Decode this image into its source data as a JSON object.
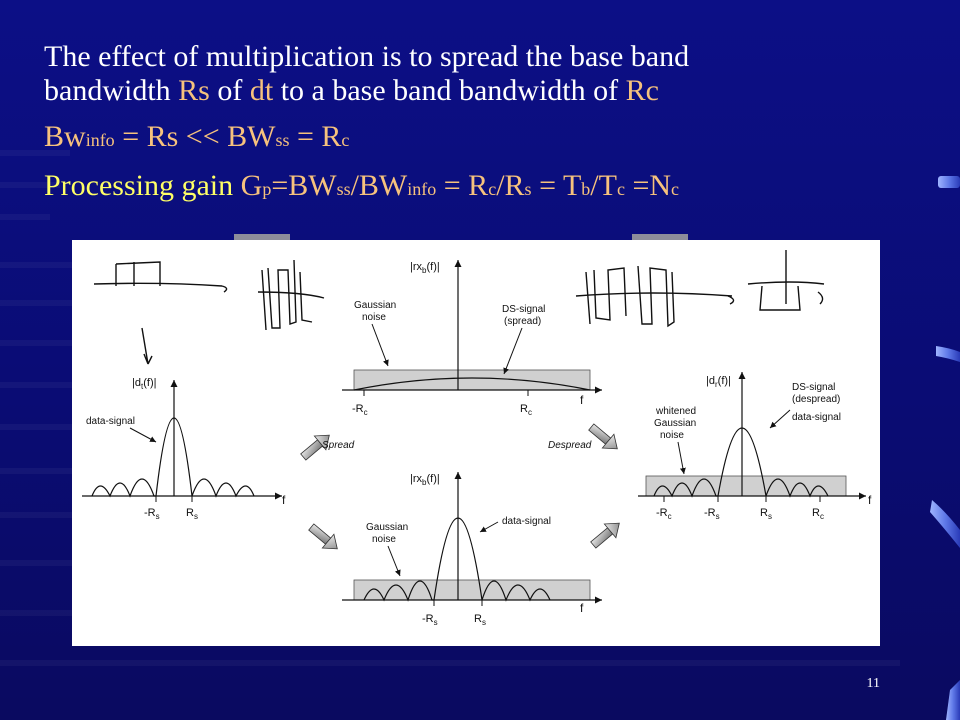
{
  "slide": {
    "line1": "The effect of multiplication is to spread the base band",
    "line2": {
      "prefix": "bandwidth",
      "rs": "Rs",
      "of": "of",
      "dt": "dt",
      "middle": "to a base band bandwidth of",
      "rc": "Rc"
    },
    "line3": {
      "bw": "Bw",
      "info_sub": "info",
      "eq1": "= Rs << BW",
      "ss_sub": "ss",
      "eq2": "= R",
      "c_sub": "c"
    },
    "line4": {
      "label": "Processing gain",
      "g": "G",
      "p_sub": "p",
      "t1": "=BW",
      "ss_sub": "ss",
      "t2": "/BW",
      "info_sub": "info",
      "t3": "= R",
      "c_sub1": "c",
      "t4": "/R",
      "s_sub1": "s",
      "t5": "= T",
      "b_sub": "b",
      "t6": "/T",
      "c_sub2": "c",
      "t7": "=N",
      "c_sub3": "c"
    },
    "page_number": "11"
  },
  "diagram": {
    "top_center": {
      "axis_label_main": "|rx",
      "axis_label_sub": "b",
      "axis_label_end": "(f)|",
      "gaussian_noise": [
        "Gaussian",
        "noise"
      ],
      "ds_signal": [
        "DS-signal",
        "(spread)"
      ],
      "neg_tick": "-R",
      "neg_tick_sub": "c",
      "pos_tick": "R",
      "pos_tick_sub": "c",
      "f_label": "f"
    },
    "left": {
      "axis_label_main": "|d",
      "axis_label_sub": "t",
      "axis_label_end": "(f)|",
      "data_signal": "data-signal",
      "neg_tick": "-R",
      "neg_tick_sub": "s",
      "pos_tick": "R",
      "pos_tick_sub": "s",
      "f_label": "f"
    },
    "bottom_center": {
      "axis_label_main": "|rx",
      "axis_label_sub": "b",
      "axis_label_end": "(f)|",
      "gaussian_noise": [
        "Gaussian",
        "noise"
      ],
      "data_signal": "data-signal",
      "neg_tick": "-R",
      "neg_tick_sub": "s",
      "pos_tick": "R",
      "pos_tick_sub": "s",
      "f_label": "f"
    },
    "right": {
      "axis_label_main": "|d",
      "axis_label_sub": "r",
      "axis_label_end": "(f)|",
      "ds_signal": [
        "DS-signal",
        "(despread)"
      ],
      "data_signal": "data-signal",
      "whitened": [
        "whitened",
        "Gaussian",
        "noise"
      ],
      "ticks": [
        {
          "main": "-R",
          "sub": "c"
        },
        {
          "main": "-R",
          "sub": "s"
        },
        {
          "main": "R",
          "sub": "s"
        },
        {
          "main": "R",
          "sub": "c"
        }
      ],
      "f_label": "f"
    },
    "spread_label": "Spread",
    "despread_label": "Despread"
  },
  "colors": {
    "background": "#0c0f86",
    "body_text": "#ffffff",
    "highlight_orange": "#f6c27d",
    "highlight_yellow": "#ffff66",
    "noise_band": "#d0d0d0"
  }
}
